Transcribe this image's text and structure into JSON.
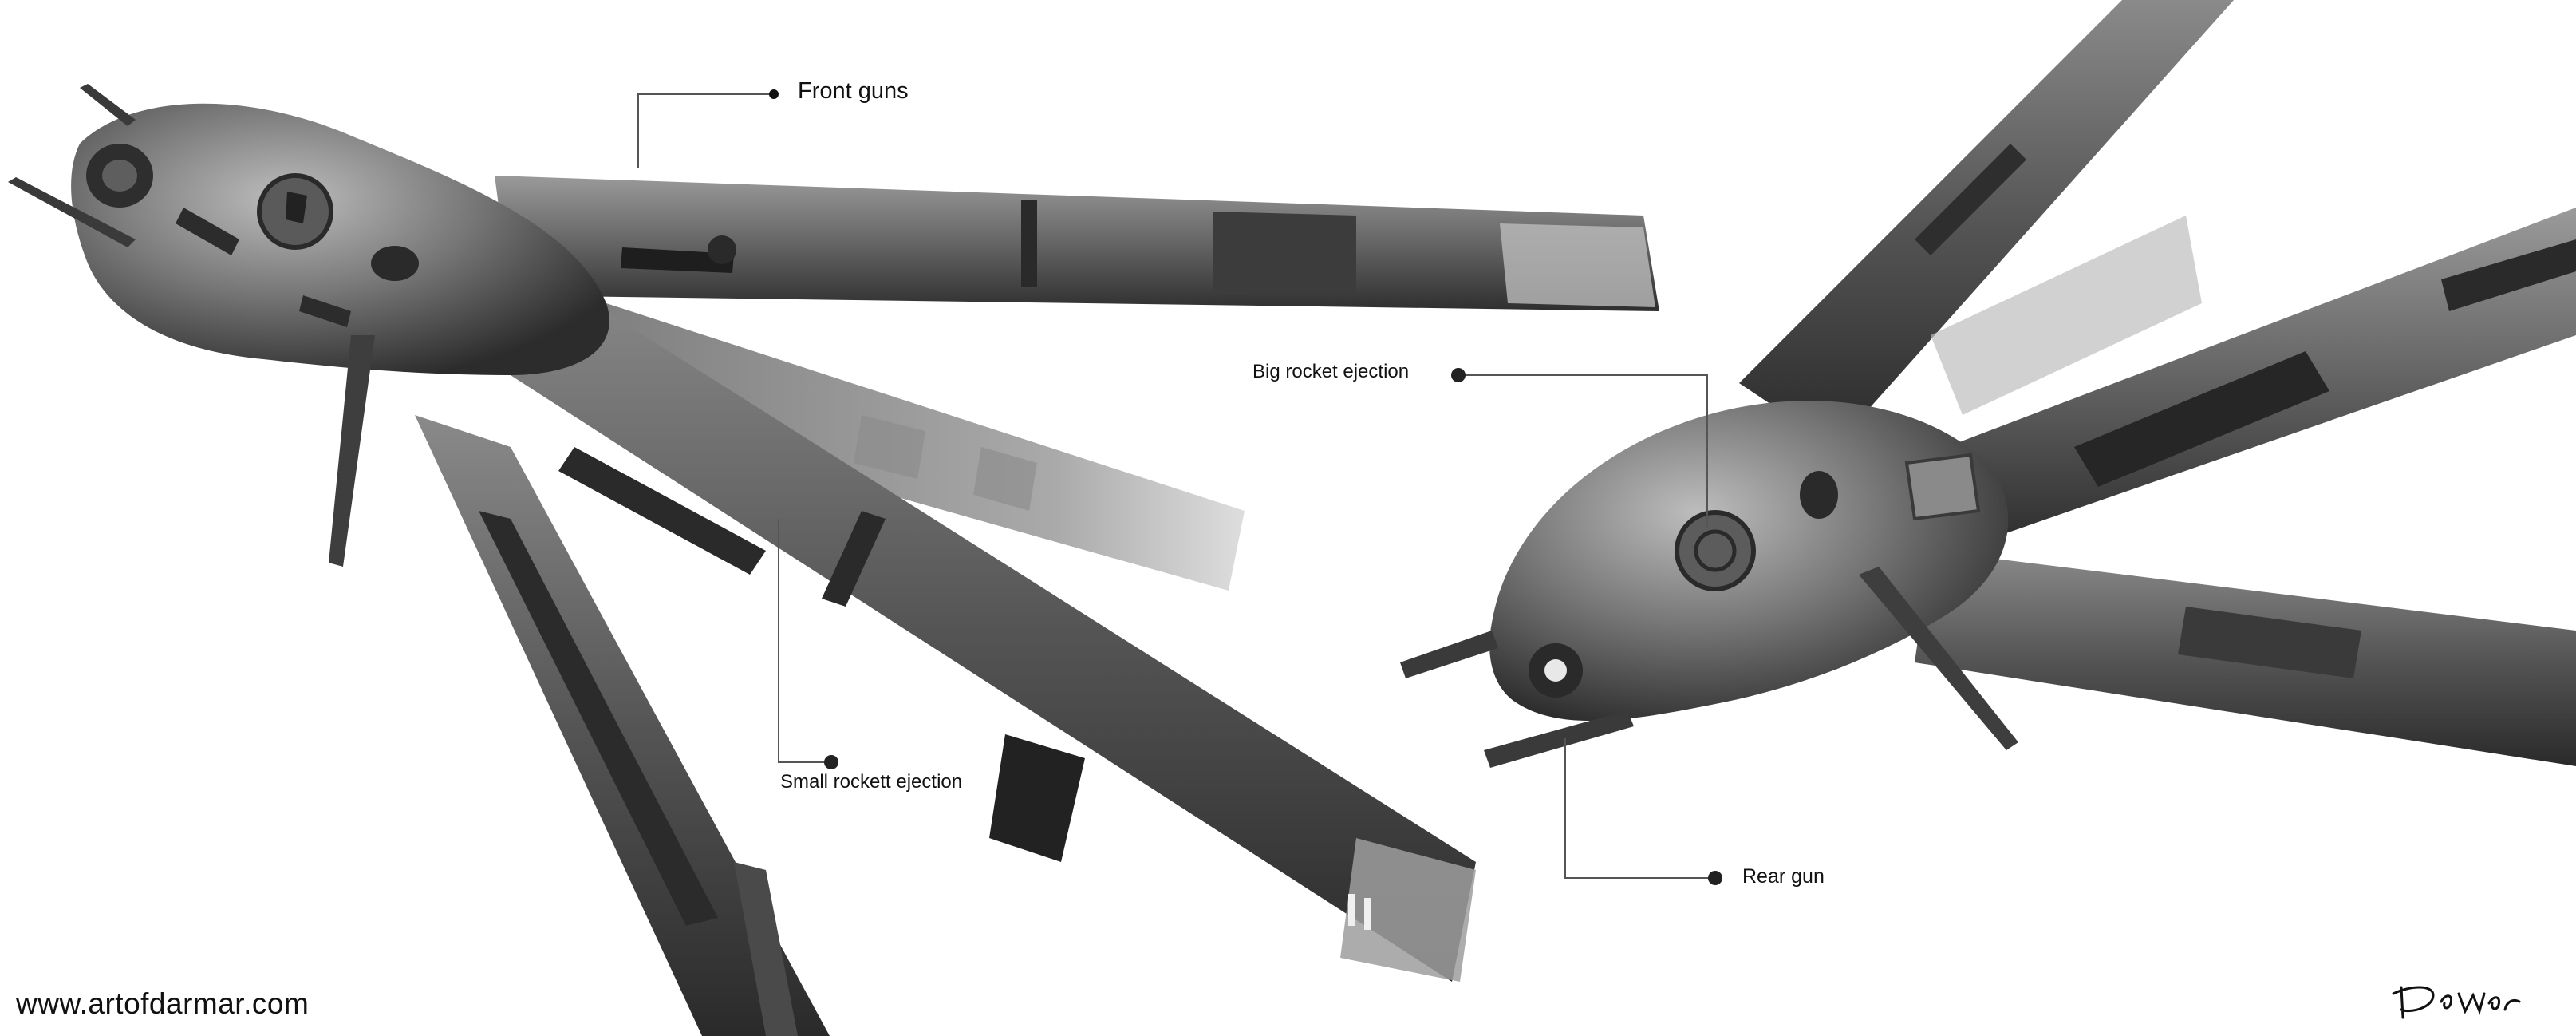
{
  "callouts": {
    "front_guns": "Front guns",
    "small_rocket_ejection": "Small rockett ejection",
    "big_rocket_ejection": "Big rocket ejection",
    "rear_gun": "Rear gun"
  },
  "footer": {
    "website": "www.artofdarmar.com",
    "signature": "DarMar"
  },
  "colors": {
    "background": "#ffffff",
    "text": "#111111",
    "hull_dark": "#3a3a3a",
    "hull_mid": "#6e6e6e",
    "hull_light": "#a8a8a8",
    "leader_line": "#555555"
  }
}
